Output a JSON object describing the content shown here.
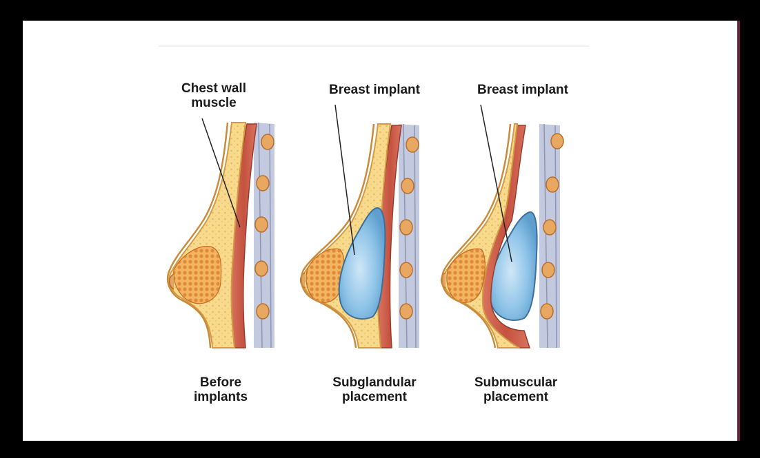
{
  "labels": {
    "before_top": [
      "Chest wall",
      "muscle"
    ],
    "subglandular_top": "Breast implant",
    "submuscular_top": "Breast implant",
    "before_bottom": [
      "Before",
      "implants"
    ],
    "subglandular_bottom": [
      "Subglandular",
      "placement"
    ],
    "submuscular_bottom": [
      "Submuscular",
      "placement"
    ]
  },
  "colors": {
    "frame": "#000000",
    "background": "#ffffff",
    "fat": "#f6d687",
    "skin": "#e8b15f",
    "muscle": "#c75a4a",
    "rib_band": "#b8bfd6",
    "rib": "#e7a25a",
    "gland": "#e48c35",
    "implant": "#8fc4e8",
    "implant_edge": "#3c6f9a",
    "pointer": "#222222"
  },
  "icons": [
    "breast-anatomy-before-illustration",
    "breast-anatomy-subglandular-illustration",
    "breast-anatomy-submuscular-illustration"
  ]
}
